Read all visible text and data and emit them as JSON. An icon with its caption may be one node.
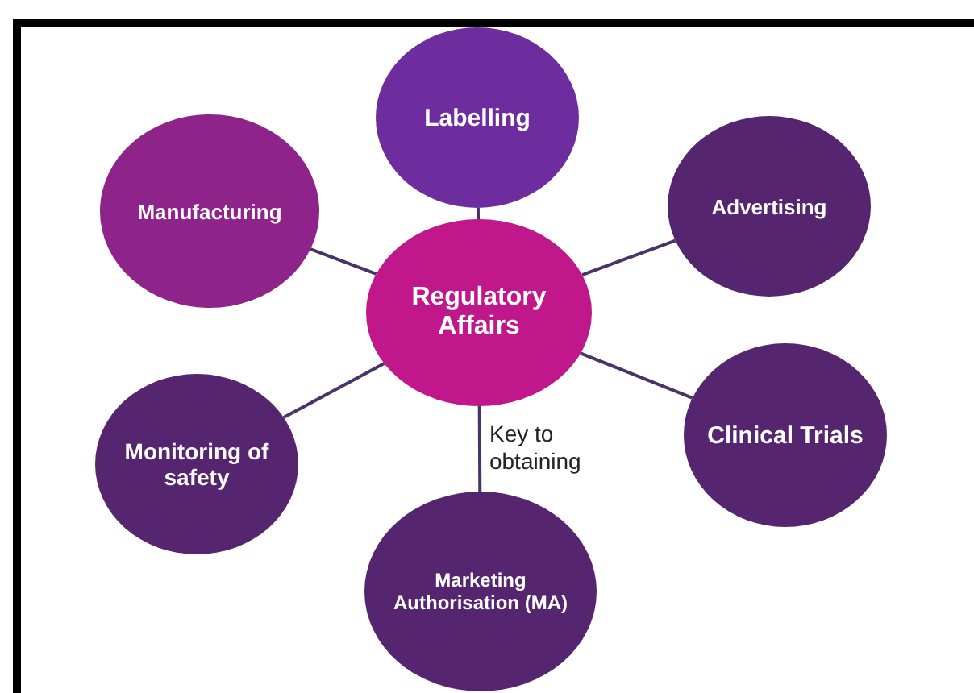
{
  "diagram": {
    "nodes": [
      {
        "text": [
          "Labelling"
        ]
      },
      {
        "text": [
          "Manufacturing"
        ]
      },
      {
        "text": [
          "Advertising"
        ]
      },
      {
        "text": [
          "Regulatory Affairs"
        ]
      },
      {
        "text": [
          "Clinical Trials"
        ]
      },
      {
        "text": [
          "Monitoring of safety"
        ]
      },
      {
        "text": [
          "Marketing Authorisation (MA)"
        ]
      }
    ],
    "edges": [
      {
        "from": 3,
        "to": 0,
        "arrow": "none"
      },
      {
        "from": 3,
        "to": 1,
        "arrow": "none"
      },
      {
        "from": 3,
        "to": 2,
        "arrow": "none"
      },
      {
        "from": 3,
        "to": 4,
        "arrow": "none"
      },
      {
        "from": 3,
        "to": 5,
        "arrow": "none"
      },
      {
        "from": 3,
        "to": 6,
        "arrow": "none",
        "label": "Key to obtaining"
      }
    ]
  }
}
